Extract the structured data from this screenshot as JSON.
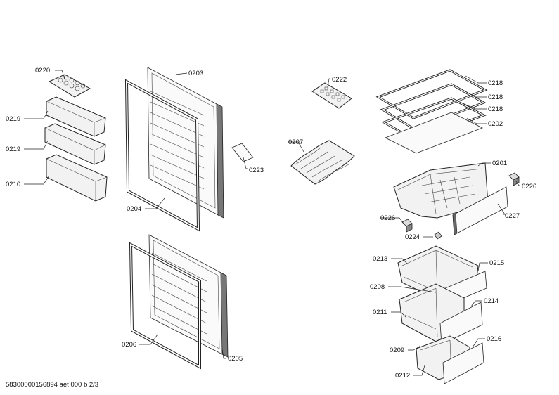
{
  "labels": {
    "p0220": "0220",
    "p0219a": "0219",
    "p0219b": "0219",
    "p0210": "0210",
    "p0203": "0203",
    "p0204": "0204",
    "p0223": "0223",
    "p0206": "0206",
    "p0205": "0205",
    "p0222": "0222",
    "p0207": "0207",
    "p0218a": "0218",
    "p0218b": "0218",
    "p0218c": "0218",
    "p0202": "0202",
    "p0201": "0201",
    "p0226a": "0226",
    "p0226b": "0226",
    "p0227": "0227",
    "p0224": "0224",
    "p0213": "0213",
    "p0215": "0215",
    "p0208": "0208",
    "p0214": "0214",
    "p0211": "0211",
    "p0216": "0216",
    "p0209": "0209",
    "p0212": "0212"
  },
  "footer": "58300000156894 aet 000 b 2/3"
}
